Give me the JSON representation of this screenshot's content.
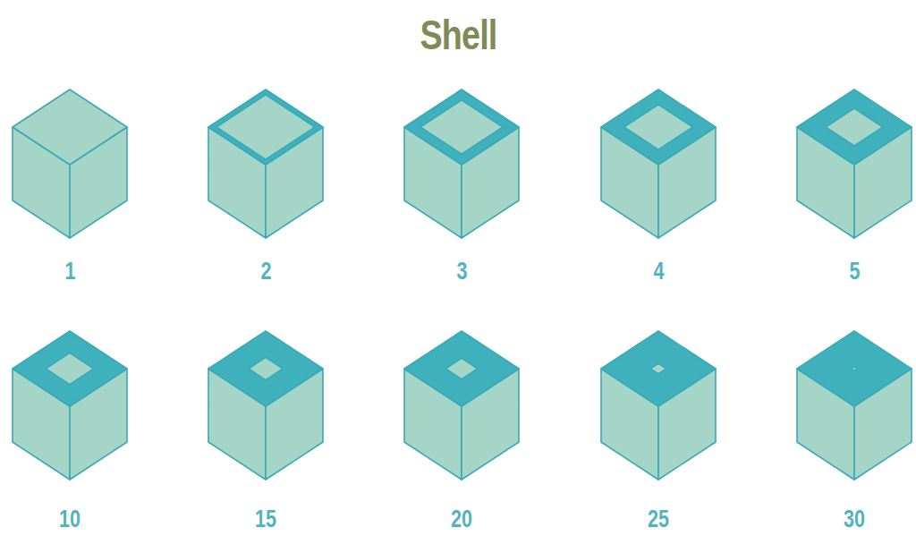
{
  "diagram": {
    "title": "Shell",
    "labels": [
      "1",
      "2",
      "3",
      "4",
      "5",
      "10",
      "15",
      "20",
      "25",
      "30"
    ]
  }
}
